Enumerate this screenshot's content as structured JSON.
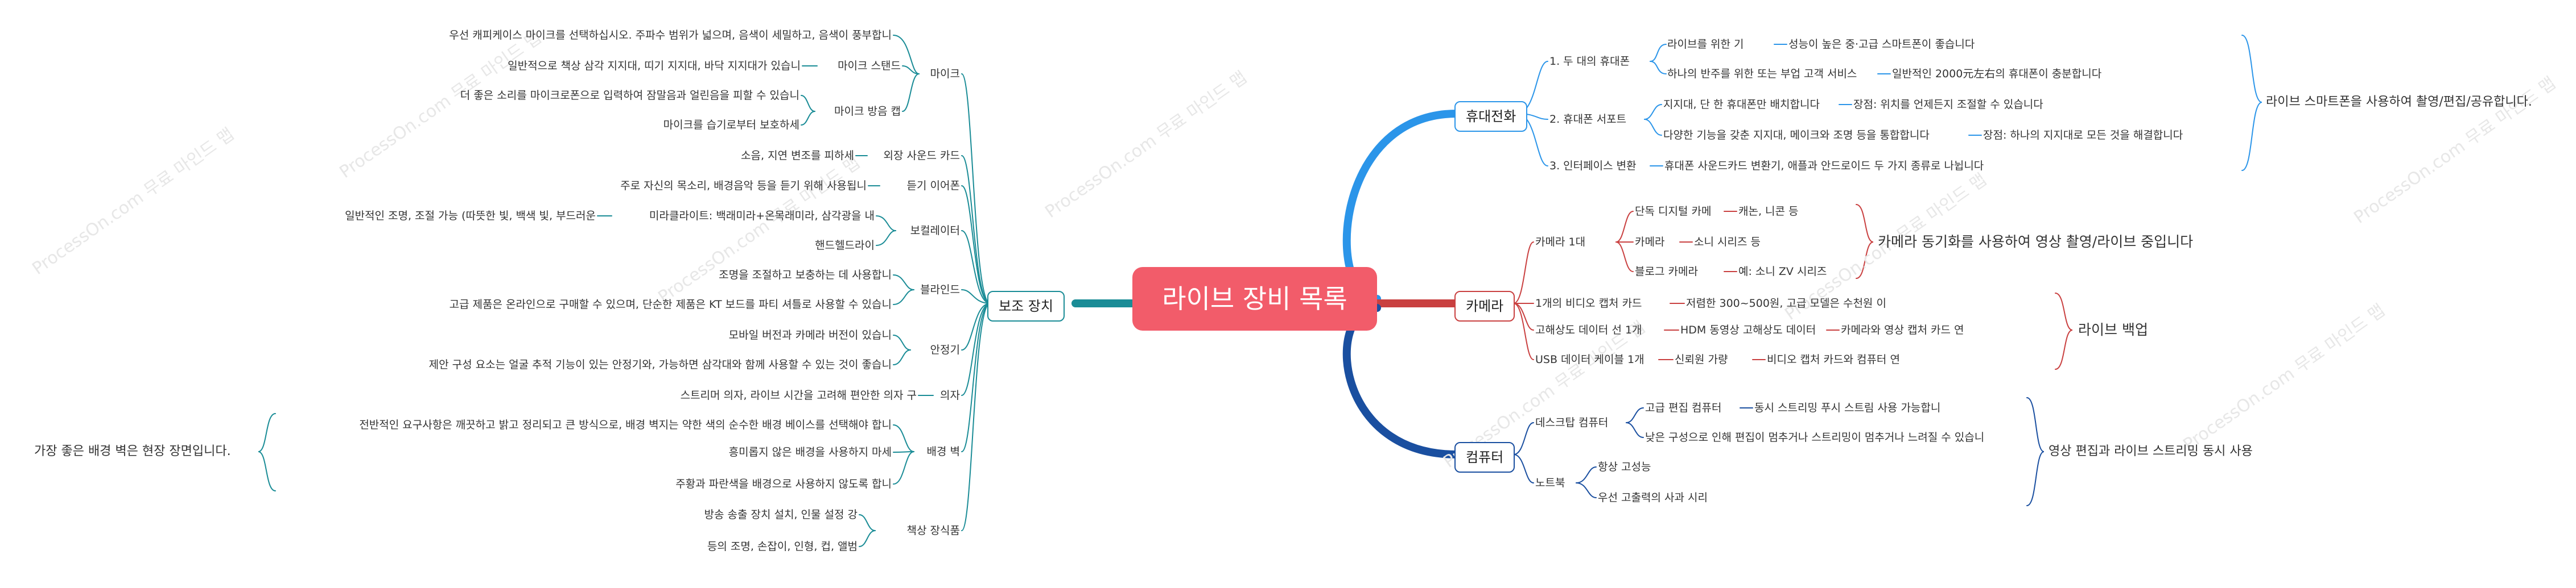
{
  "center": "라이브 장비 목록",
  "watermark": "ProcessOn.com 무료 마인드 맵",
  "branches": {
    "phone": {
      "label": "휴대전화",
      "color": "#2b95e9",
      "items": {
        "p1": "1. 두 대의 휴대폰",
        "p1a": "라이브를 위한 기",
        "p1a1": "성능이 높은 중·고급 스마트폰이 좋습니다",
        "p1b": "하나의 반주를 위한 또는 부업 고객 서비스",
        "p1b1": "일반적인 2000元左右의 휴대폰이 충분합니다",
        "p2": "2. 휴대폰 서포트",
        "p2a": "지지대, 단 한 휴대폰만 배치합니다",
        "p2a1": "장점: 위치를 언제든지 조절할 수 있습니다",
        "p2b": "다양한 기능을 갖춘 지지대, 메이크와 조명 등을 통합합니다",
        "p2b1": "장점: 하나의 지지대로 모든 것을 해결합니다",
        "p3": "3. 인터페이스 변환",
        "p3a": "휴대폰 사운드카드 변환기, 애플과 안드로이드 두 가지 종류로 나뉩니다"
      },
      "summary": "라이브 스마트폰을 사용하여 촬영/편집/공유합니다."
    },
    "camera": {
      "label": "카메라",
      "color": "#c94040",
      "items": {
        "c1": "카메라 1대",
        "c1a": "단독 디지털 카메",
        "c1a1": "캐논, 니콘 등",
        "c1b": "카메라",
        "c1b1": "소니 시리즈 등",
        "c1c": "블로그 카메라",
        "c1c1": "예: 소니 ZV 시리즈",
        "c2": "1개의 비디오 캡처 카드",
        "c2a": "저렴한 300~500원, 고급 모델은 수천원 이",
        "c3": "고해상도 데이터 선 1개",
        "c3a": "HDM 동영상 고해상도 데이터",
        "c3a1": "카메라와 영상 캡처 카드 연",
        "c4": "USB 데이터 케이블 1개",
        "c4a": "신뢰원 가량",
        "c4a1": "비디오 캡처 카드와 컴퓨터 연"
      },
      "summary1": "카메라 동기화를 사용하여 영상 촬영/라이브 중입니다",
      "summary2": "라이브 백업"
    },
    "computer": {
      "label": "컴퓨터",
      "color": "#1a4fa0",
      "items": {
        "k1": "데스크탑 컴퓨터",
        "k1a": "고급 편집 컴퓨터",
        "k1a1": "동시 스트리밍 푸시 스트림 사용 가능합니",
        "k1b": "낮은 구성으로 인해 편집이 멈추거나 스트리밍이 멈추거나 느려질 수 있습니",
        "k2": "노트북",
        "k2a": "항상 고성능",
        "k2b": "우선 고출력의 사과 시리"
      },
      "summary": "영상 편집과 라이브 스트리밍 동시 사용"
    },
    "aux": {
      "label": "보조 장치",
      "color": "#1a8c96",
      "items": {
        "m": "마이크",
        "m0": "우선 캐피케이스 마이크를 선택하십시오. 주파수 범위가 넓으며, 음색이 세밀하고, 음색이 풍부합니",
        "m1": "마이크 스탠드",
        "m1a": "일반적으로 책상 삼각 지지대, 띠기 지지대, 바닥 지지대가 있습니",
        "m2": "마이크 방음 캡",
        "m2a": "더 좋은 소리를 마이크로폰으로 입력하여 잠말음과 얼린음을 피할 수 있습니",
        "m2b": "마이크를 습기로부터 보호하세",
        "s": "외장 사운드 카드",
        "sa": "소음, 지연 변조를 피하세",
        "e": "듣기 이어폰",
        "ea": "주로 자신의 목소리, 배경음악 등을 듣기 위해 사용됩니",
        "f": "보컬레이터",
        "fa": "미라클라이트: 백래미라+온목래미라, 삼각광을 내",
        "fa1": "일반적인 조명, 조절 가능 (따뜻한 빛, 백색 빛, 부드러운",
        "fb": "핸드헬드라이",
        "b": "블라인드",
        "ba": "조명을 조절하고 보충하는 데 사용합니",
        "bb": "고급 제품은 온라인으로 구매할 수 있으며, 단순한 제품은 KT 보드를 파티 셔틀로 사용할 수 있습니",
        "st": "안정기",
        "sta": "모바일 버전과 카메라 버전이 있습니",
        "stb": "제안 구성 요소는 얼굴 추적 기능이 있는 안정기와, 가능하면 삼각대와 함께 사용할 수 있는 것이 좋습니",
        "ch": "의자",
        "cha": "스트리머 의자, 라이브 시간을 고려해 편안한 의자 구",
        "bg": "배경 벽",
        "bga": "전반적인 요구사항은 깨끗하고 밝고 정리되고 큰 방식으로, 배경 벽지는 약한 색의 순수한 배경 베이스를 선택해야 합니",
        "bgb": "흥미롭지 않은 배경을 사용하지 마세",
        "bgc": "주황과 파란색을 배경으로 사용하지 않도록 합니",
        "d": "책상 장식품",
        "da": "방송 송출 장치 설치, 인물 설정 강",
        "db": "등의 조명, 손잡이, 인형, 컵, 앨범"
      },
      "summary": "가장 좋은 배경 벽은 현장 장면입니다."
    }
  }
}
